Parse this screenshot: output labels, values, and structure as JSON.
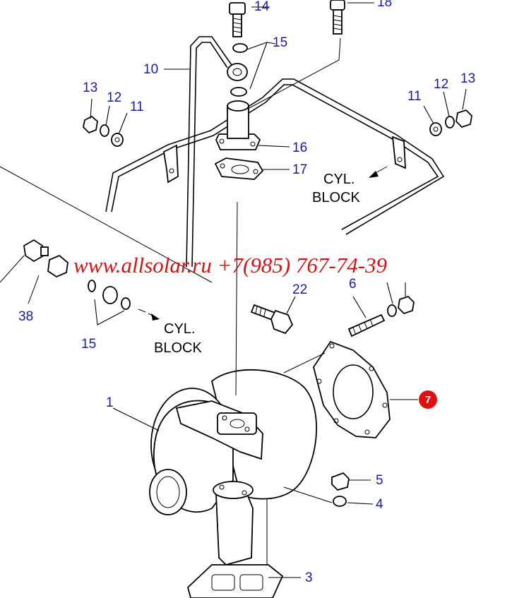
{
  "part_numbers": {
    "p1": "1",
    "p3": "3",
    "p4": "4",
    "p5": "5",
    "p6": "6",
    "p7": "7",
    "p10": "10",
    "p11_left": "11",
    "p11_right": "11",
    "p12_left": "12",
    "p12_right": "12",
    "p13_left": "13",
    "p13_right": "13",
    "p14": "14",
    "p15_top": "15",
    "p15_bottom": "15",
    "p16": "16",
    "p17": "17",
    "p18": "18",
    "p22": "22",
    "p38": "38"
  },
  "notes": {
    "cyl_block_right": [
      "CYL.",
      "BLOCK"
    ],
    "cyl_block_left": [
      "CYL.",
      "BLOCK"
    ]
  },
  "watermark": "www.allsolar.ru +7(985) 767-74-39",
  "highlight_color": "#e01010",
  "label_color": "#1a1aa8"
}
